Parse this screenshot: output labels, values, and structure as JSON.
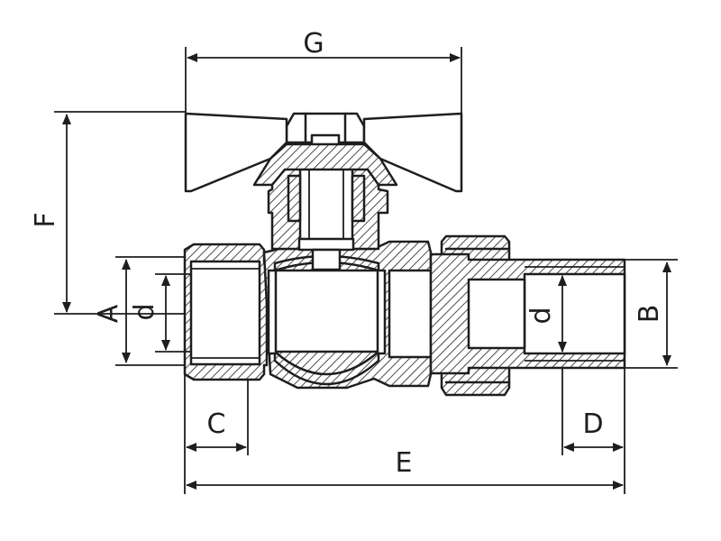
{
  "labels": {
    "G": "G",
    "F": "F",
    "A": "A",
    "d_left": "d",
    "d_right": "d",
    "B": "B",
    "C": "C",
    "D": "D",
    "E": "E"
  },
  "colors": {
    "line": "#1e1e1e",
    "background": "#ffffff"
  }
}
